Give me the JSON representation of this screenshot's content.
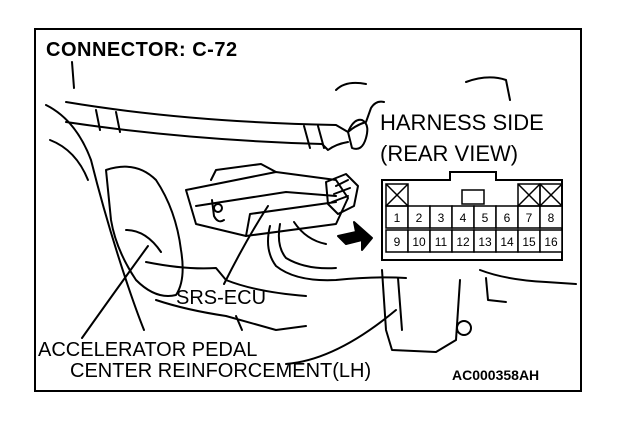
{
  "diagram": {
    "title": "CONNECTOR: C-72",
    "harness_side": {
      "line1": "HARNESS SIDE",
      "line2": "(REAR VIEW)"
    },
    "labels": {
      "srs_ecu": "SRS-ECU",
      "accelerator_pedal": "ACCELERATOR PEDAL",
      "center_reinforcement": "CENTER REINFORCEMENT(LH)",
      "figure_code": "AC000358AH"
    },
    "connector": {
      "top_row": [
        "1",
        "2",
        "3",
        "4",
        "5",
        "6",
        "7",
        "8"
      ],
      "bottom_row": [
        "9",
        "10",
        "11",
        "12",
        "13",
        "14",
        "15",
        "16"
      ],
      "blocked_top_positions": [
        "1",
        "7",
        "8"
      ]
    }
  }
}
